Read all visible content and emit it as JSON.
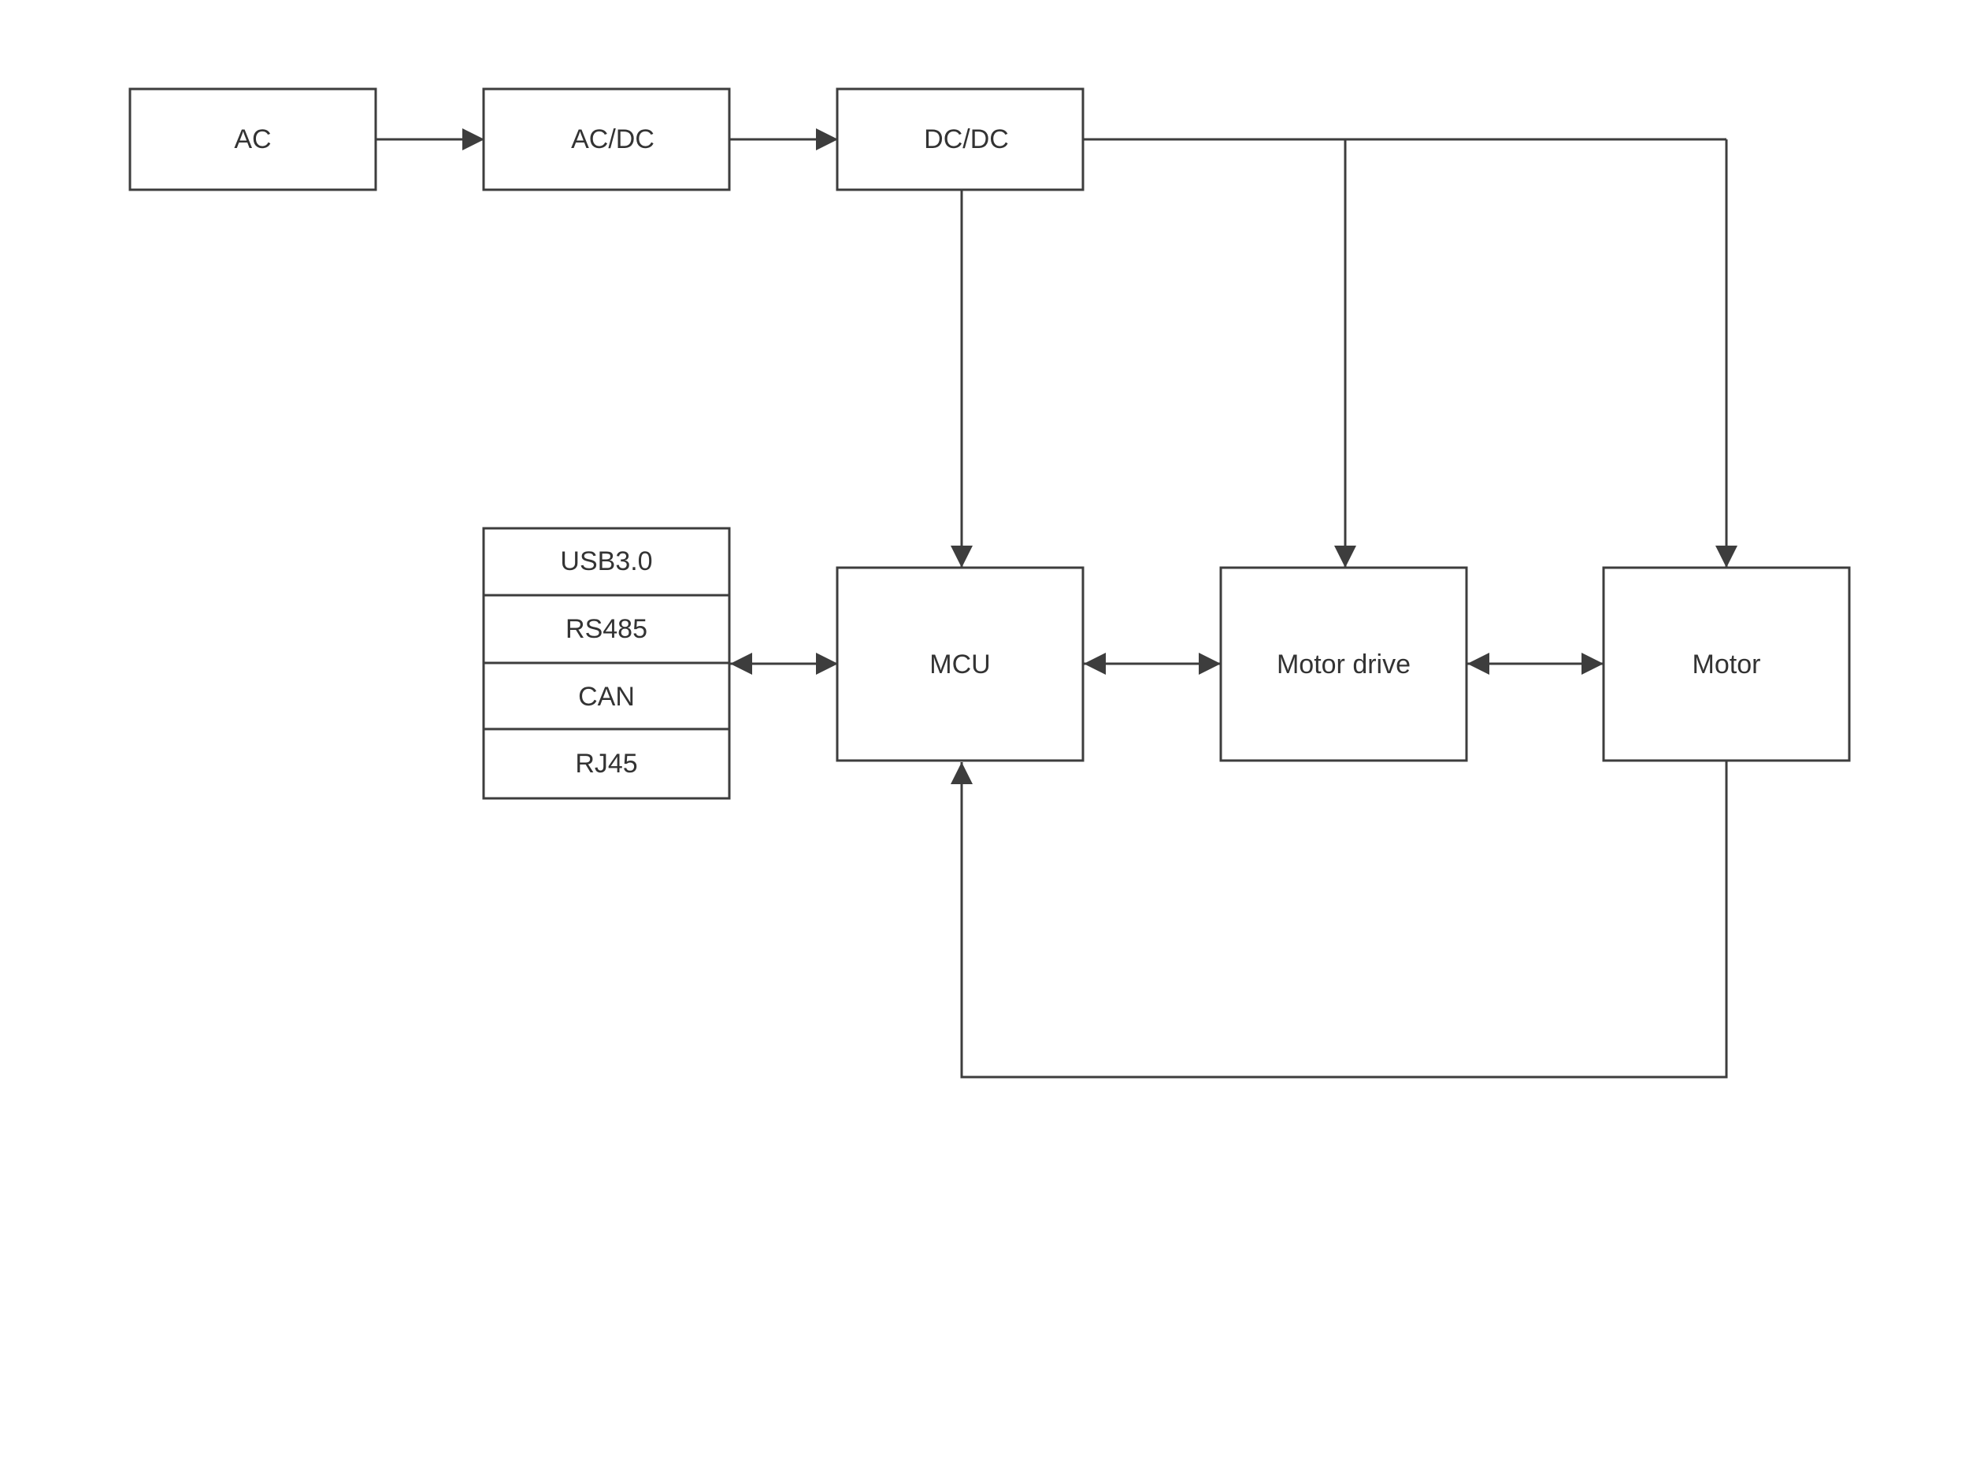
{
  "diagram": {
    "blocks": {
      "ac": "AC",
      "acdc": "AC/DC",
      "dcdc": "DC/DC",
      "mcu": "MCU",
      "motor_drive": "Motor drive",
      "motor": "Motor"
    },
    "interfaces": [
      "USB3.0",
      "RS485",
      "CAN",
      "RJ45"
    ],
    "connections": [
      {
        "from": "AC",
        "to": "AC/DC",
        "direction": "one-way"
      },
      {
        "from": "AC/DC",
        "to": "DC/DC",
        "direction": "one-way"
      },
      {
        "from": "DC/DC",
        "to": "MCU",
        "direction": "one-way"
      },
      {
        "from": "DC/DC",
        "to": "Motor drive",
        "direction": "one-way"
      },
      {
        "from": "DC/DC",
        "to": "Motor",
        "direction": "one-way"
      },
      {
        "from": "Interfaces",
        "to": "MCU",
        "direction": "two-way"
      },
      {
        "from": "MCU",
        "to": "Motor drive",
        "direction": "two-way"
      },
      {
        "from": "Motor drive",
        "to": "Motor",
        "direction": "two-way"
      },
      {
        "from": "Motor",
        "to": "MCU",
        "direction": "one-way"
      }
    ],
    "colors": {
      "line": "#3d3d3d",
      "text": "#333333",
      "background": "#ffffff"
    }
  }
}
